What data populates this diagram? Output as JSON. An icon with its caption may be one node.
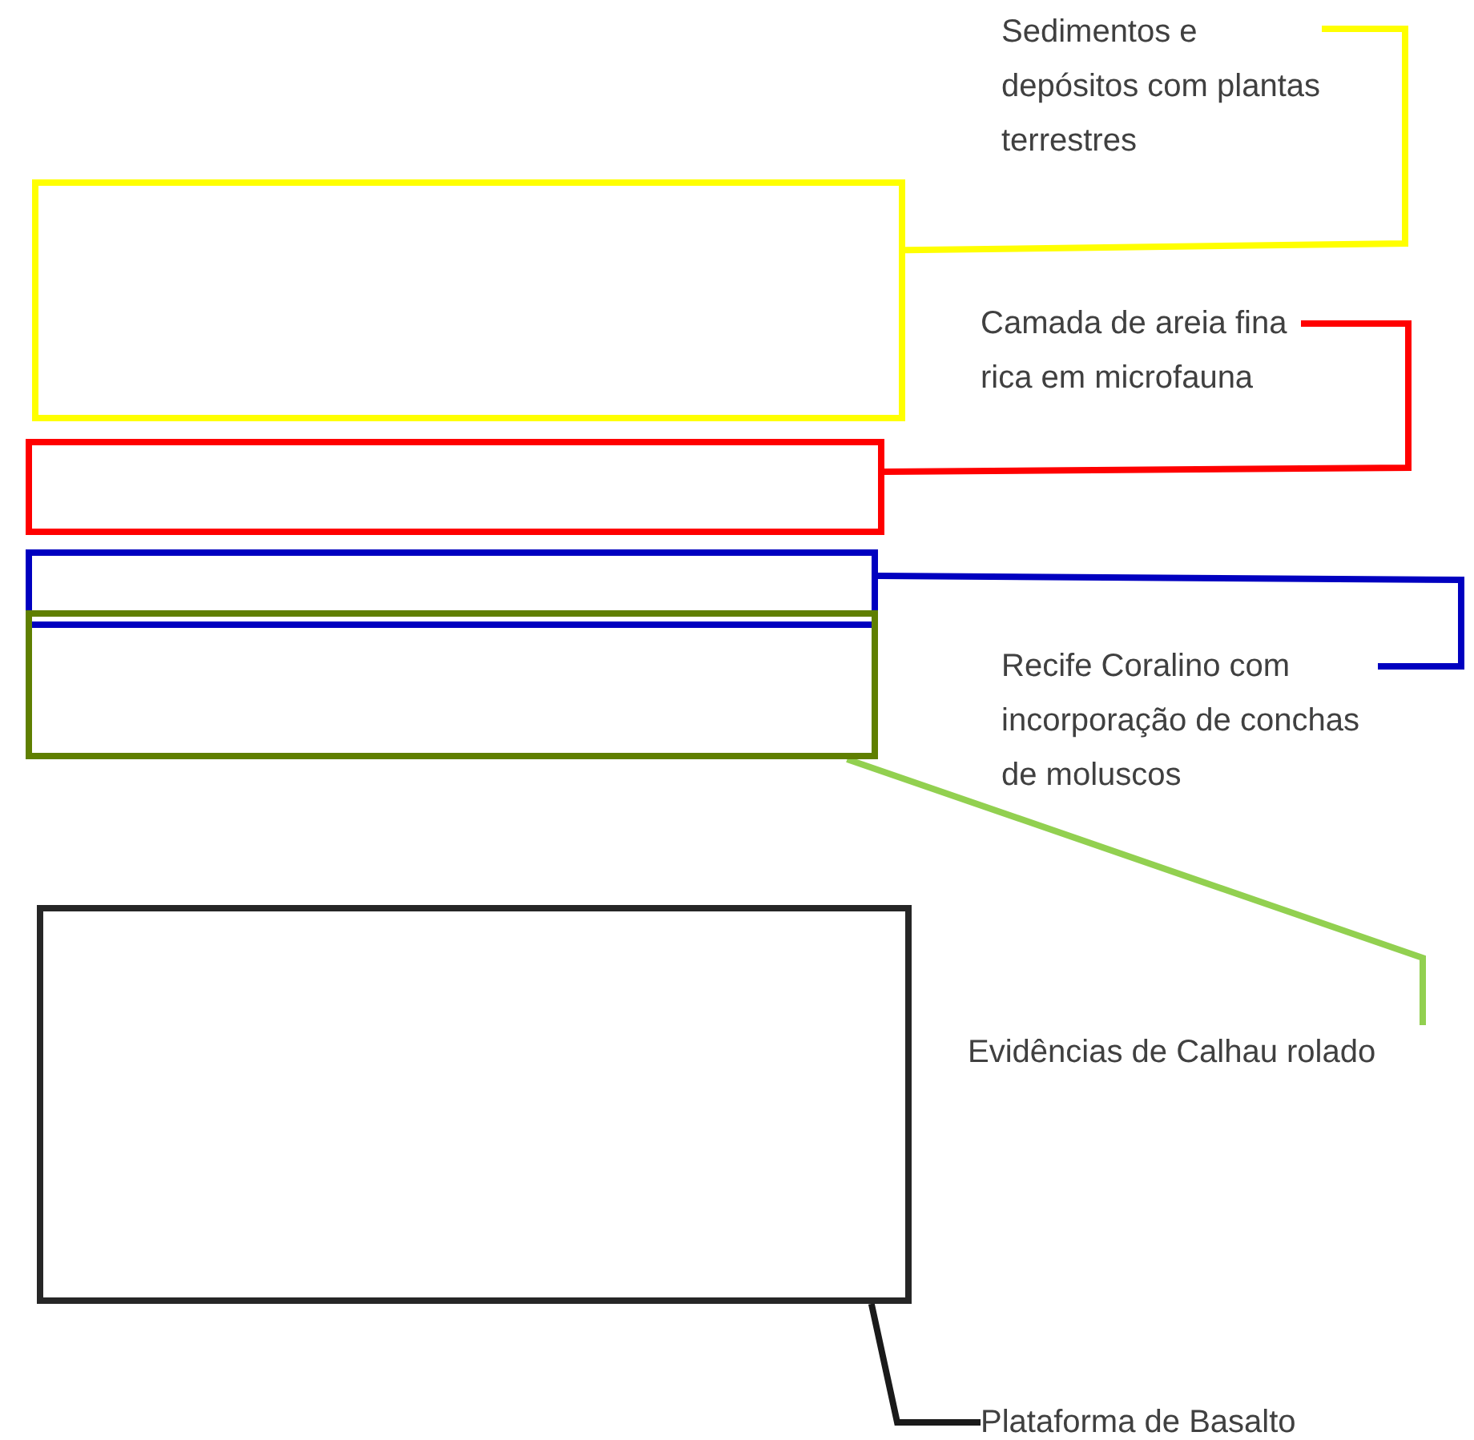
{
  "diagram": {
    "nodes": [
      {
        "text": [
          "Sedimentos e depósitos com plantas terrestres"
        ]
      },
      {
        "text": [],
        "shape": "box"
      },
      {
        "text": [
          "Camada de areia fina rica em microfauna"
        ]
      },
      {
        "text": [],
        "shape": "box"
      },
      {
        "text": [],
        "shape": "box"
      },
      {
        "text": [],
        "shape": "box"
      },
      {
        "text": [
          "Recife Coralino com incorporação de conchas de moluscos"
        ]
      },
      {
        "text": [
          "Evidências de Calhau rolado"
        ]
      },
      {
        "text": [],
        "shape": "box"
      },
      {
        "text": [
          "Plataforma de Basalto"
        ]
      }
    ],
    "edges": [
      {
        "from": 0,
        "to": 1,
        "arrow": "none",
        "color": "#ffff00"
      },
      {
        "from": 2,
        "to": 3,
        "arrow": "none",
        "color": "#ff0000"
      },
      {
        "from": 6,
        "to": 4,
        "arrow": "none",
        "color": "#0000c0"
      },
      {
        "from": 7,
        "to": 5,
        "arrow": "none",
        "color": "#92d050"
      },
      {
        "from": 9,
        "to": 8,
        "arrow": "none",
        "color": "#1a1a1a"
      }
    ]
  }
}
